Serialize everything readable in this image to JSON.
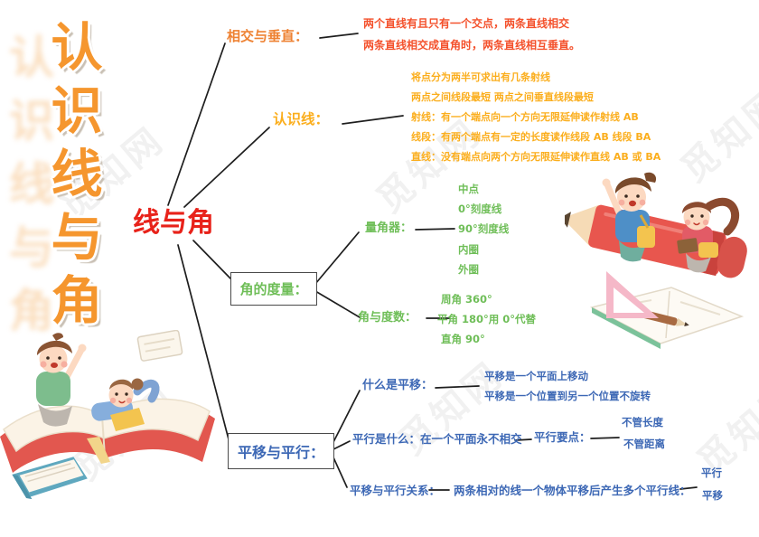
{
  "watermark": {
    "text": "觅知网"
  },
  "title": {
    "chars": [
      "认",
      "识",
      "线",
      "与",
      "角"
    ]
  },
  "root": {
    "label": "线与角"
  },
  "branch_intersect": {
    "label": "相交与垂直：",
    "items": [
      "两个直线有且只有一个交点，两条直线相交",
      "两条直线相交成直角时，两条直线相互垂直。"
    ]
  },
  "branch_lines": {
    "label": "认识线：",
    "items": [
      "将点分为两半可求出有几条射线",
      "两点之间线段最短 两点之间垂直线段最短",
      "射线：有一个端点向一个方向无限延伸读作射线 AB",
      "线段：有两个端点有一定的长度读作线段 AB 线段 BA",
      "直线：没有端点向两个方向无限延伸读作直线 AB 或 BA"
    ]
  },
  "branch_angle": {
    "label": "角的度量：",
    "protractor": {
      "label": "量角器：",
      "items": [
        "中点",
        "0°刻度线",
        "90°刻度线",
        "内圈",
        "外圈"
      ]
    },
    "degrees": {
      "label": "角与度数：",
      "items": [
        "周角 360°",
        "平角 180°用 0°代替",
        "直角 90°"
      ]
    }
  },
  "branch_translate": {
    "label": "平移与平行：",
    "what_is_translation": {
      "label": "什么是平移：",
      "items": [
        "平移是一个平面上移动",
        "平移是一个位置到另一个位置不旋转"
      ]
    },
    "what_is_parallel": {
      "label": "平行是什么：在一个平面永不相交",
      "key_points": {
        "label": "平行要点：",
        "items": [
          "不管长度",
          "不管距离"
        ]
      }
    },
    "relation": {
      "label": "平移与平行关系：",
      "detail": {
        "label": "两条相对的线一个物体平移后产生多个平行线：",
        "items": [
          "平行",
          "平移"
        ]
      }
    }
  },
  "colors": {
    "title_orange": "#F5962E",
    "root_red": "#E8221A",
    "intersect_orange": "#EE8233",
    "intersect_item_red": "#F4512C",
    "lines_yellow": "#FBAE1D",
    "angle_green": "#6FBE58",
    "translate_blue": "#3D68B5",
    "connector_black": "#1e1e1e"
  }
}
